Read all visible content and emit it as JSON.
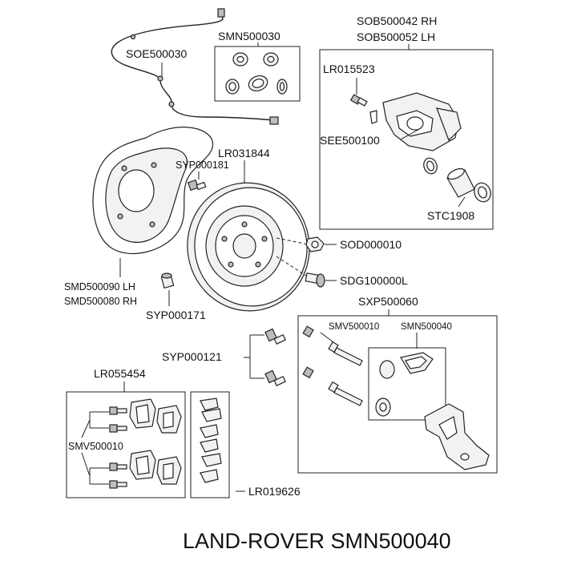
{
  "labels": {
    "soe500030": "SOE500030",
    "smn500030": "SMN500030",
    "sob_rh": "SOB500042 RH",
    "sob_lh": "SOB500052 LH",
    "lr015523": "LR015523",
    "see500100": "SEE500100",
    "stc1908": "STC1908",
    "lr031844": "LR031844",
    "syp000181": "SYP000181",
    "sod000010": "SOD000010",
    "sdg100000l": "SDG100000L",
    "smd_lh": "SMD500090 LH",
    "smd_rh": "SMD500080 RH",
    "syp000171": "SYP000171",
    "sxp500060": "SXP500060",
    "smv500010": "SMV500010",
    "smn500040": "SMN500040",
    "syp000121": "SYP000121",
    "lr055454": "LR055454",
    "smv500010_b": "SMV500010",
    "lr019626": "LR019626"
  },
  "footer": "LAND-ROVER SMN500040"
}
